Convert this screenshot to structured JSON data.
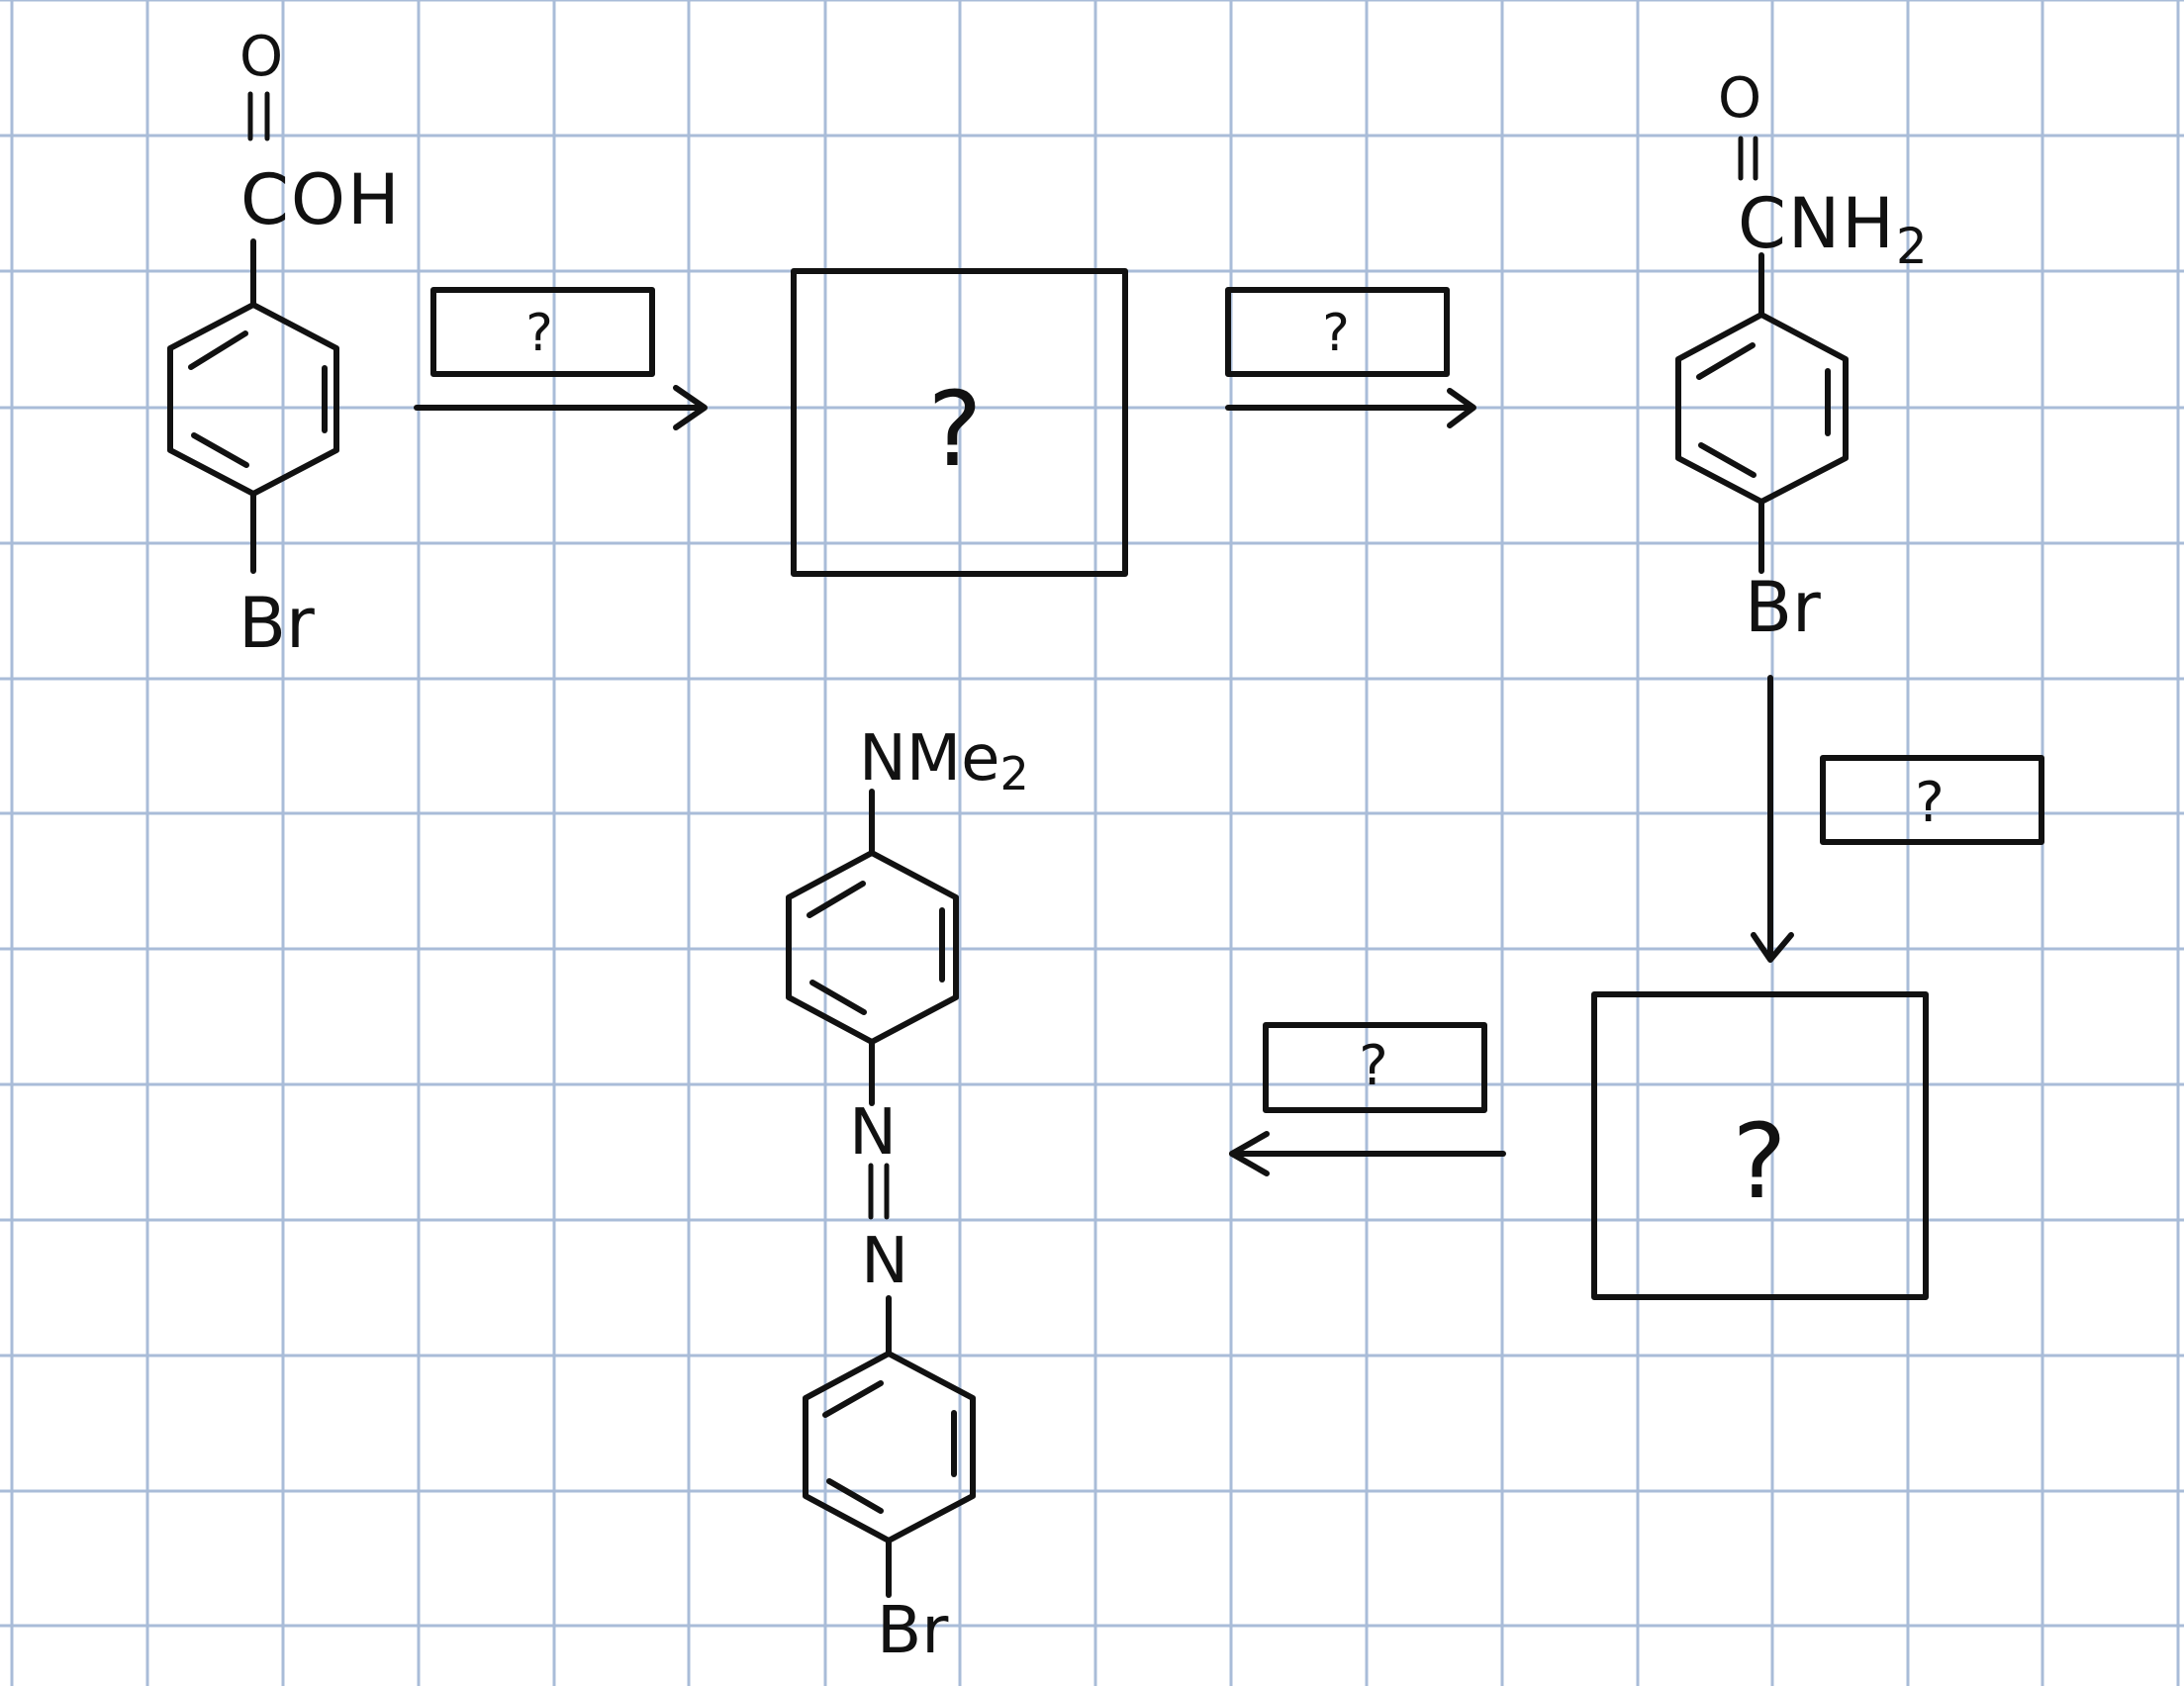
{
  "colors": {
    "paper": "#ffffff",
    "grid": "#a9bcd8",
    "ink": "#111111"
  },
  "molecules": {
    "start": {
      "top_o": "O",
      "group": "COH",
      "bottom": "Br"
    },
    "amide": {
      "top_o": "O",
      "group": "CNH",
      "subscript": "2",
      "bottom": "Br"
    },
    "azo": {
      "top": "NMe",
      "top_subscript": "2",
      "n1": "N",
      "n2": "N",
      "bottom": "Br"
    }
  },
  "reagent_boxes": {
    "step1": "?",
    "step2": "?",
    "step3": "?",
    "step4": "?"
  },
  "intermediates": {
    "box1": "?",
    "box2": "?"
  }
}
